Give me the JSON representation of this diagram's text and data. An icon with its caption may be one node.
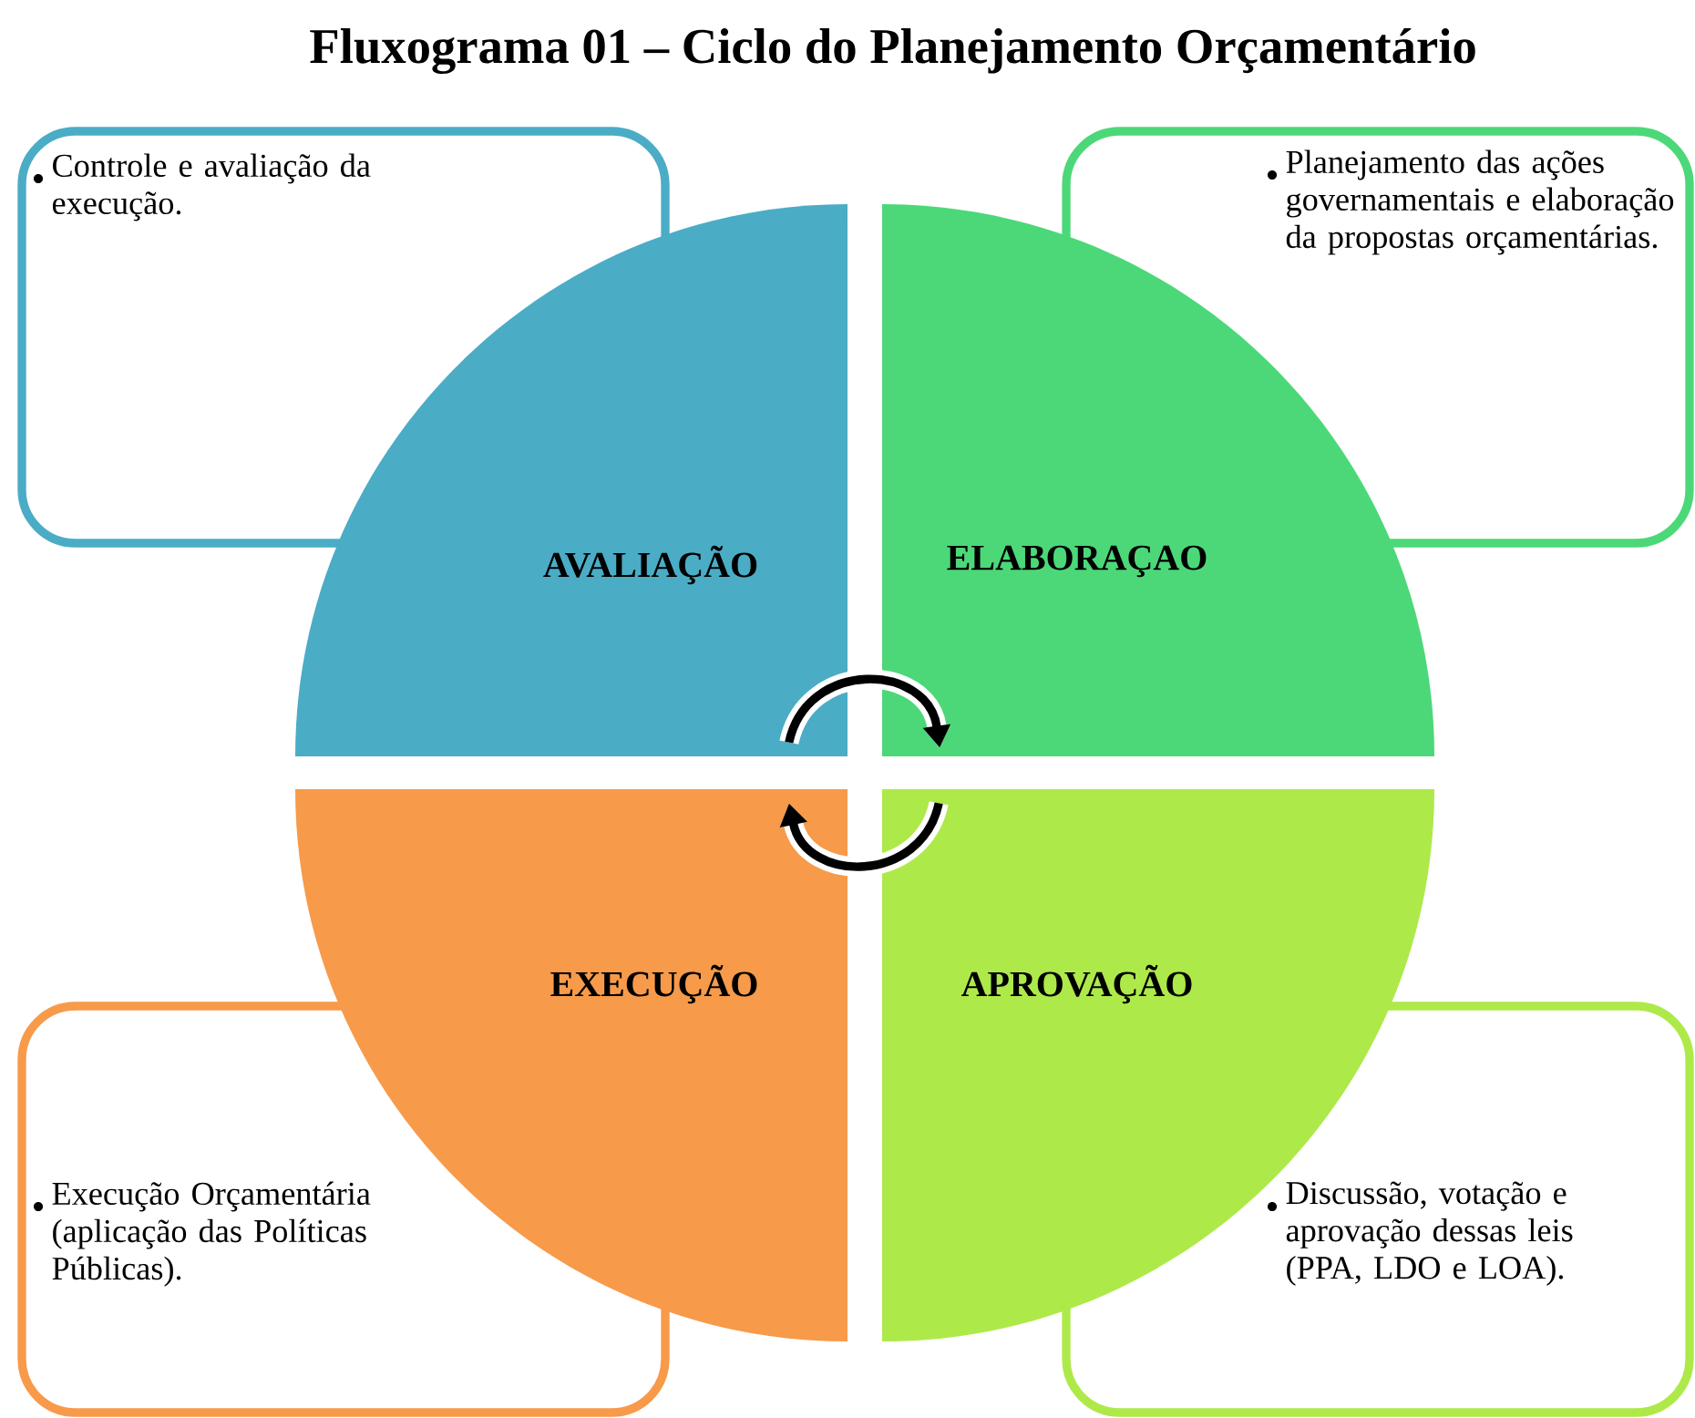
{
  "diagram": {
    "title": "Fluxograma 01 – Ciclo do Planejamento Orçamentário",
    "nodes": [
      {
        "text": [
          "Controle e avaliação da execução."
        ]
      },
      {
        "text": [
          "Planejamento das ações governamentais e elaboração da propostas orçamentárias."
        ]
      },
      {
        "text": [
          "AVALIAÇÃO"
        ]
      },
      {
        "text": [
          "ELABORAÇAO"
        ]
      },
      {
        "text": [
          "EXECUÇÃO"
        ]
      },
      {
        "text": [
          "APROVAÇÃO"
        ]
      },
      {
        "text": [
          "Execução Orçamentária (aplicação das Políticas Públicas)."
        ]
      },
      {
        "text": [
          "Discussão, votação e aprovação dessas leis (PPA, LDO e LOA)."
        ]
      }
    ],
    "edges": [
      {
        "from": 2,
        "to": 3,
        "arrow": "to"
      },
      {
        "from": 5,
        "to": 4,
        "arrow": "to"
      }
    ]
  }
}
